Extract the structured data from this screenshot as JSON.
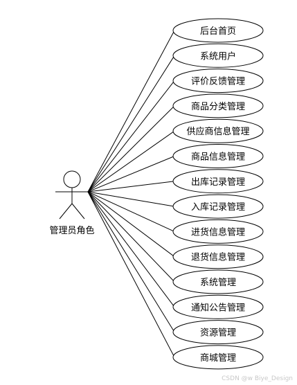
{
  "actor": {
    "label": "管理员角色"
  },
  "use_cases": [
    {
      "label": "后台首页"
    },
    {
      "label": "系统用户"
    },
    {
      "label": "评价反馈管理"
    },
    {
      "label": "商品分类管理"
    },
    {
      "label": "供应商信息管理"
    },
    {
      "label": "商品信息管理"
    },
    {
      "label": "出库记录管理"
    },
    {
      "label": "入库记录管理"
    },
    {
      "label": "进货信息管理"
    },
    {
      "label": "退货信息管理"
    },
    {
      "label": "系统管理"
    },
    {
      "label": "通知公告管理"
    },
    {
      "label": "资源管理"
    },
    {
      "label": "商城管理"
    }
  ],
  "watermark": "CSDN @w Biye_Design"
}
